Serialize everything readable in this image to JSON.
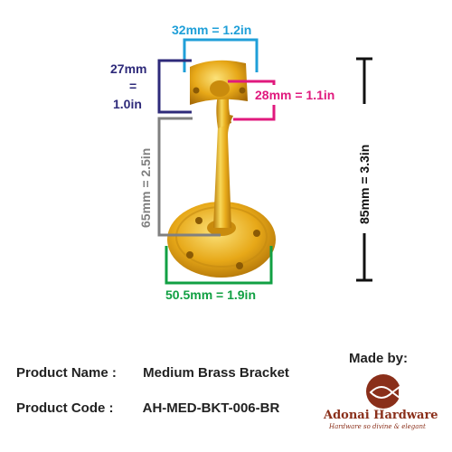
{
  "dimensions": {
    "plate_width": "32mm = 1.2in",
    "plate_height": "27mm = 1.0in",
    "arm_projection": "28mm = 1.1in",
    "stem_length": "65mm = 2.5in",
    "overall_height": "85mm = 3.3in",
    "base_diameter": "50.5mm = 1.9in"
  },
  "product": {
    "name_label": "Product Name :",
    "name_value": "Medium Brass Bracket",
    "code_label": "Product Code :",
    "code_value": "AH-MED-BKT-006-BR"
  },
  "maker": {
    "made_by": "Made by:",
    "brand": "Adonai Hardware",
    "tagline": "Hardware so divine & elegant"
  },
  "colors": {
    "plate_width": "#1f9fd8",
    "plate_height": "#2e2a7a",
    "arm_projection": "#e0197d",
    "stem_length": "#808080",
    "overall_height": "#111111",
    "base_diameter": "#11a043",
    "brass": "#e8a817",
    "brand": "#8a2f1a"
  }
}
